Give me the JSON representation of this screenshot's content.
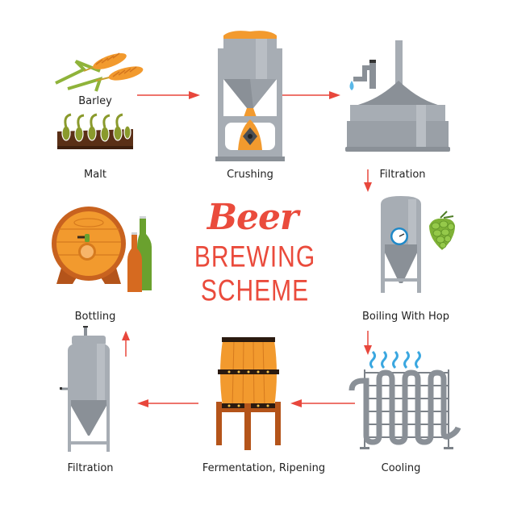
{
  "title": {
    "line1": "Beer",
    "line2": "BREWING",
    "line3": "SCHEME"
  },
  "steps": [
    {
      "id": "malt",
      "label": "Malt",
      "sublabel": "Barley",
      "icon": "barley-malt-icon"
    },
    {
      "id": "crushing",
      "label": "Crushing",
      "icon": "grain-crusher-icon"
    },
    {
      "id": "filtration-1",
      "label": "Filtration",
      "icon": "lauter-tun-icon"
    },
    {
      "id": "boiling",
      "label": "Boiling With Hop",
      "icon": "boil-kettle-hop-icon"
    },
    {
      "id": "cooling",
      "label": "Cooling",
      "icon": "cooling-coil-icon"
    },
    {
      "id": "fermentation",
      "label": "Fermentation, Ripening",
      "icon": "fermentation-barrel-icon"
    },
    {
      "id": "filtration-2",
      "label": "Filtration",
      "icon": "filtration-tank-icon"
    },
    {
      "id": "bottling",
      "label": "Bottling",
      "icon": "keg-bottles-icon"
    }
  ],
  "colors": {
    "accent": "#ea4b3c",
    "arrow": "#e8473c",
    "steel": "#a7adb4",
    "steel_dark": "#8a9097",
    "orange": "#f29a2e",
    "wood": "#c8621f",
    "green": "#7fb236",
    "soil": "#5a2f16",
    "water": "#3aa7e0"
  }
}
